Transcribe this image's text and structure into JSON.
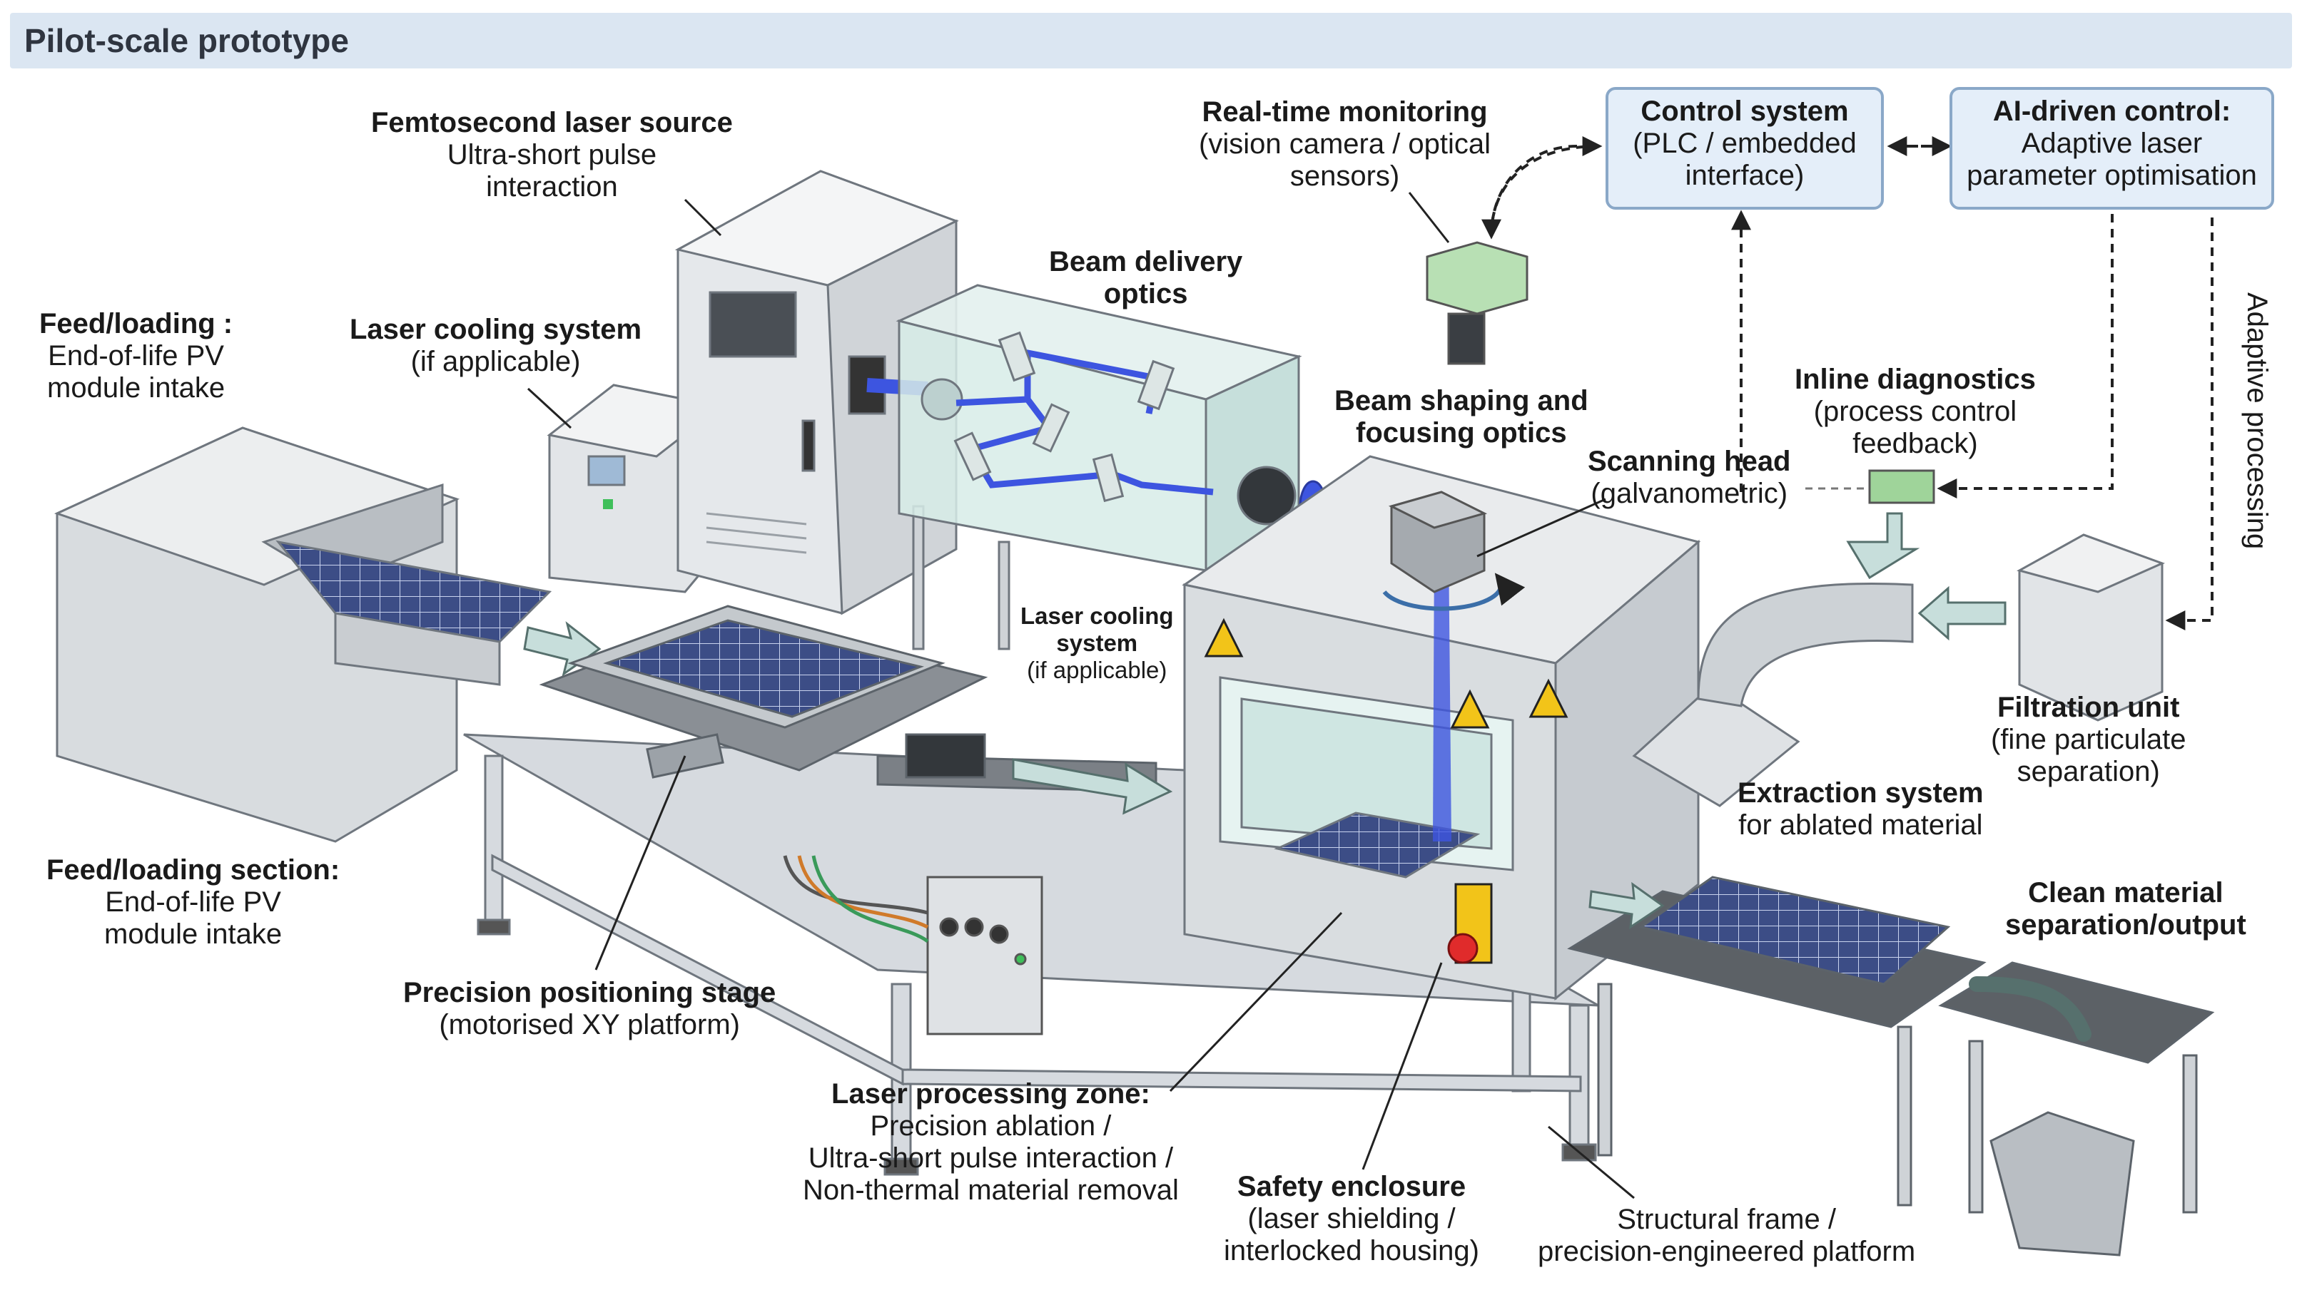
{
  "header": {
    "title": "Pilot-scale prototype"
  },
  "labels": {
    "feed_top": {
      "title": "Feed/loading :",
      "lines": [
        "End-of-life PV",
        "module intake"
      ]
    },
    "feed_bottom": {
      "title": "Feed/loading section:",
      "lines": [
        "End-of-life PV",
        "module intake"
      ]
    },
    "laser_source": {
      "title": "Femtosecond laser source",
      "lines": [
        "Ultra-short pulse",
        "interaction"
      ]
    },
    "cooling_top": {
      "title": "Laser cooling system",
      "lines": [
        "(if applicable)"
      ]
    },
    "cooling_mid": {
      "title_lines": [
        "Laser cooling",
        "system"
      ],
      "lines": [
        "(if applicable)"
      ]
    },
    "beam_delivery": {
      "title_lines": [
        "Beam delivery",
        "optics"
      ]
    },
    "beam_shaping": {
      "title_lines": [
        "Beam shaping and",
        "focusing optics"
      ]
    },
    "monitoring": {
      "title": "Real-time monitoring",
      "lines": [
        "(vision camera / optical",
        "sensors)"
      ]
    },
    "scanning_head": {
      "title": "Scanning head",
      "lines": [
        "(galvanometric)"
      ]
    },
    "inline_diag": {
      "title": "Inline diagnostics",
      "lines": [
        "(process control",
        "feedback)"
      ]
    },
    "filtration": {
      "title": "Filtration unit",
      "lines": [
        "(fine particulate",
        "separation)"
      ]
    },
    "extraction": {
      "title": "Extraction system",
      "lines": [
        "for ablated material"
      ]
    },
    "clean_output": {
      "title_lines": [
        "Clean material",
        "separation/output"
      ]
    },
    "positioning": {
      "title": "Precision positioning stage",
      "lines": [
        "(motorised XY platform)"
      ]
    },
    "processing_zone": {
      "title": "Laser processing zone:",
      "lines": [
        "Precision ablation /",
        "Ultra-short pulse interaction /",
        "Non-thermal material removal"
      ]
    },
    "safety": {
      "title": "Safety enclosure",
      "lines": [
        "(laser shielding /",
        "interlocked housing)"
      ]
    },
    "frame": {
      "lines": [
        "Structural frame /",
        "precision-engineered platform"
      ]
    },
    "adaptive": "Adaptive processing"
  },
  "boxes": {
    "control": {
      "title": "Control system",
      "lines": [
        "(PLC / embedded",
        "interface)"
      ]
    },
    "ai_control": {
      "title": "AI-driven control:",
      "lines": [
        "Adaptive laser",
        "parameter optimisation"
      ]
    }
  },
  "colors": {
    "header_bg": "#dbe6f2",
    "box_bg": "#e4eef9",
    "box_border": "#8aa8c8",
    "laser": "#3d55e0",
    "frame": "#c4c9cf",
    "solar_panel": "#3c4d86",
    "warning": "#f2c419",
    "arrow_teal": "#c7dedb"
  },
  "icons": [
    "warning-laser-icon",
    "emergency-stop-icon",
    "rotation-arrow-icon"
  ]
}
